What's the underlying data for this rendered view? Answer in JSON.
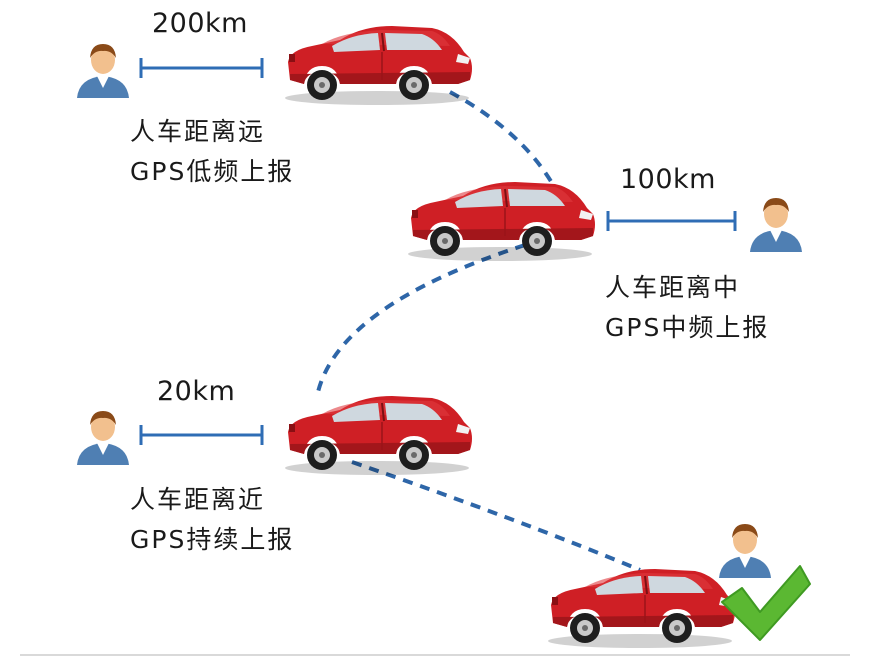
{
  "colors": {
    "path_line": "#2e66a8",
    "measure_line": "#2f6db5",
    "car_body": "#cf1f25",
    "check": "#5bb832"
  },
  "scenes": [
    {
      "distance": "200km",
      "caption_line1": "人车距离远",
      "caption_line2": "GPS低频上报"
    },
    {
      "distance": "100km",
      "caption_line1": "人车距离中",
      "caption_line2": "GPS中频上报"
    },
    {
      "distance": "20km",
      "caption_line1": "人车距离近",
      "caption_line2": "GPS持续上报"
    }
  ],
  "icons": [
    "person-icon",
    "car-icon",
    "checkmark-icon"
  ]
}
